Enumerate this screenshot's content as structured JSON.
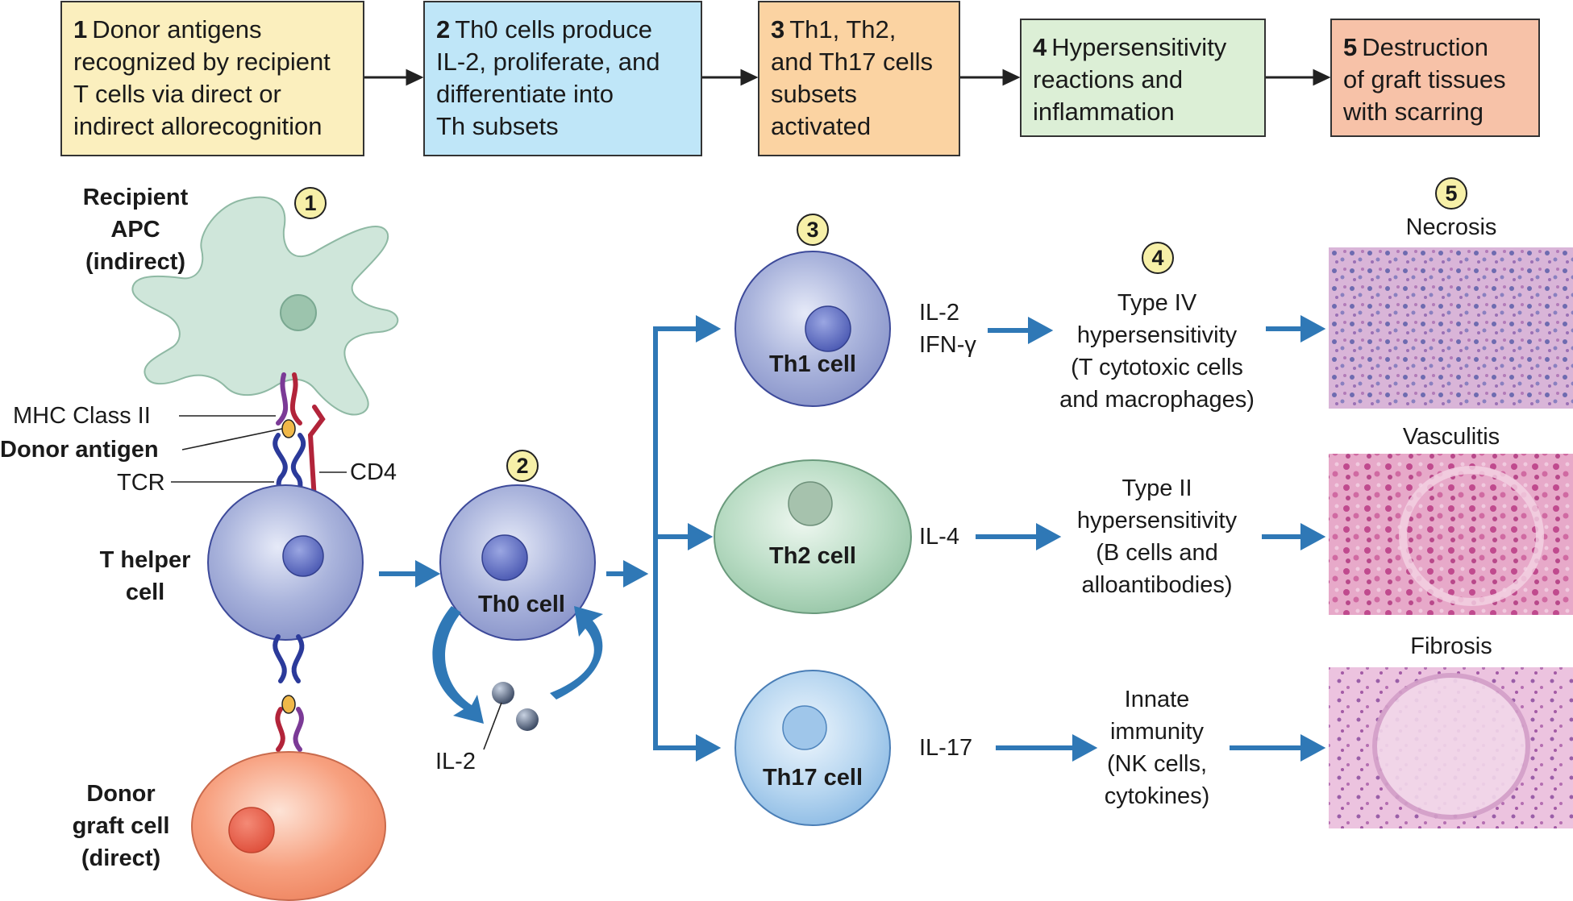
{
  "steps": [
    {
      "num": "1",
      "lines": [
        "Donor antigens",
        "recognized by recipient",
        "T cells via direct or",
        "indirect allorecognition"
      ],
      "color": "#fbefbe"
    },
    {
      "num": "2",
      "lines": [
        "Th0 cells produce",
        "IL-2, proliferate, and",
        "differentiate into",
        "Th subsets"
      ],
      "color": "#bfe6f8"
    },
    {
      "num": "3",
      "lines": [
        "Th1, Th2,",
        "and Th17 cells",
        "subsets",
        "activated"
      ],
      "color": "#fbd3a2"
    },
    {
      "num": "4",
      "lines": [
        "Hypersensitivity",
        "reactions and",
        "inflammation"
      ],
      "color": "#dcefd6"
    },
    {
      "num": "5",
      "lines": [
        "Destruction",
        "of graft tissues",
        "with scarring"
      ],
      "color": "#f7c2a8"
    }
  ],
  "markers": [
    "1",
    "2",
    "3",
    "4",
    "5"
  ],
  "left": {
    "apc": [
      "Recipient",
      "APC",
      "(indirect)"
    ],
    "mhc": "MHC Class II",
    "antigen": "Donor antigen",
    "tcr": "TCR",
    "cd4": "CD4",
    "thelper": [
      "T helper",
      "cell"
    ],
    "graft": [
      "Donor",
      "graft cell",
      "(direct)"
    ]
  },
  "middle": {
    "th0": "Th0 cell",
    "il2": "IL-2"
  },
  "cells": {
    "th1": "Th1 cell",
    "th2": "Th2 cell",
    "th17": "Th17 cell"
  },
  "cytokines": {
    "th1": [
      "IL-2",
      "IFN-γ"
    ],
    "th2": "IL-4",
    "th17": "IL-17"
  },
  "reactions": {
    "type4": [
      "Type IV",
      "hypersensitivity",
      "(T cytotoxic cells",
      "and macrophages)"
    ],
    "type2": [
      "Type II",
      "hypersensitivity",
      "(B cells and",
      "alloantibodies)"
    ],
    "innate": [
      "Innate",
      "immunity",
      "(NK cells,",
      "cytokines)"
    ]
  },
  "outcomes": {
    "necrosis": "Necrosis",
    "vasculitis": "Vasculitis",
    "fibrosis": "Fibrosis"
  },
  "colors": {
    "arrow": "#2f78b6",
    "th_cell": "#aab4dc",
    "th2_cell": "#b9dcc4",
    "th17_cell": "#b7d6f0",
    "apc": "#cfe6da",
    "graft": "#f7a07f",
    "mhc": "#7b3a96",
    "tcr": "#2b3a9a",
    "cd4": "#b2243a"
  }
}
